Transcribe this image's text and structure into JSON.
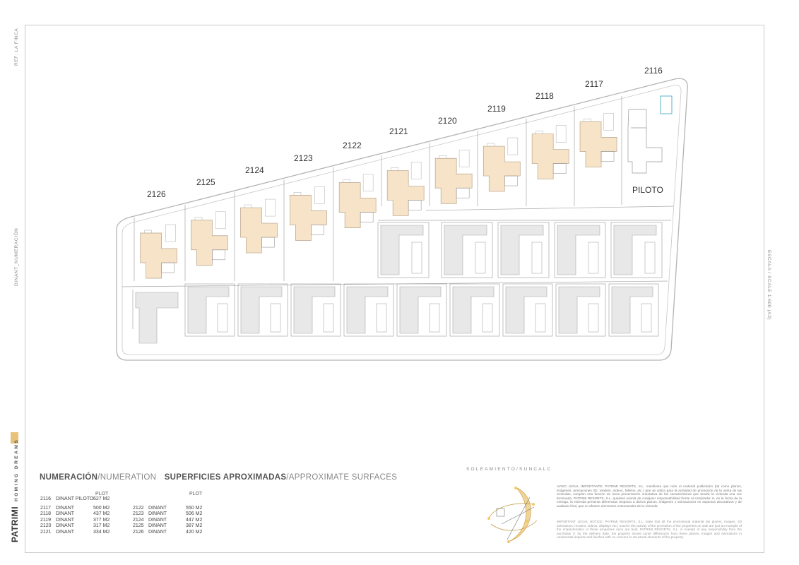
{
  "side_labels": {
    "ref": "REF: LA FINCA",
    "dinant": "DINANT_NUMERACIÓN",
    "scale": "ESCALA / SCALE 1:600 (A3)"
  },
  "brand": {
    "name": "PATRIMI",
    "tagline": "HOMING DREAMS"
  },
  "colors": {
    "highlighted_house": "#f7e4c8",
    "other_house": "#e8e8e8",
    "outline": "#9a9a9a",
    "pool": "#4aa8c4"
  },
  "plan": {
    "lot_numbers": [
      "2126",
      "2125",
      "2124",
      "2123",
      "2122",
      "2121",
      "2120",
      "2119",
      "2118",
      "2117",
      "2116"
    ],
    "piloto_label": "PILOTO"
  },
  "legend": {
    "title_es_1": "NUMERACIÓN",
    "title_en_1": "NUMERATION",
    "title_es_2": "SUPERFICIES APROXIMADAS",
    "title_en_2": "APPROXIMATE SURFACES",
    "plot_header": "PLOT",
    "piloto_row": {
      "num": "2116",
      "type": "DINANT PILOTO",
      "area": "627 M2"
    },
    "left_rows": [
      {
        "num": "2117",
        "type": "DINANT",
        "area": "500 M2"
      },
      {
        "num": "2118",
        "type": "DINANT",
        "area": "437 M2"
      },
      {
        "num": "2119",
        "type": "DINANT",
        "area": "377 M2"
      },
      {
        "num": "2120",
        "type": "DINANT",
        "area": "317 M2"
      },
      {
        "num": "2121",
        "type": "DINANT",
        "area": "334 M2"
      }
    ],
    "right_rows": [
      {
        "num": "2122",
        "type": "DINANT",
        "area": "550 M2"
      },
      {
        "num": "2123",
        "type": "DINANT",
        "area": "506 M2"
      },
      {
        "num": "2124",
        "type": "DINANT",
        "area": "447 M2"
      },
      {
        "num": "2125",
        "type": "DINANT",
        "area": "387 M2"
      },
      {
        "num": "2126",
        "type": "DINANT",
        "area": "420 M2"
      }
    ]
  },
  "sun": {
    "title": "SOLEAMIENTO/SUNCALC"
  },
  "notice": {
    "es": "AVISO LEGAL IMPORTANTE: PATRIMI RESORTS, S.L. manifiesta que todo el material publicitario (tal como planos, imágenes, animaciones 3D, renders, vídeos, folletos, etc.) que se utiliza para la actividad de promoción de la venta de las viviendas, cumplen una función de mera presentación orientativa de las características que tendrá la vivienda una vez terminada. PATRIMI RESORTS, S.L. quedará exenta de cualquier responsabilidad frente al comprador si, en la fecha de la entrega, la vivienda presenta diferencias respecto a dichos planos, imágenes y animaciones en aspectos decorativos y de acabado final, que no afecten elementos estructurales de la vivienda.",
    "en": "IMPORTANT LEGAL NOTICE: PATRIMI RESORTS, S.L. state that all the promotional material (as planes, images, 3D animations, renders, videos, displays etc.) used in the activity of the promotion of the properties on sale are just an example of the characteristics of these properties once are built. PATRIMI RESORTS, S.L. is exempt of any responsibility from the purchaser if, by the delivery date, the property shows some differences from these planes, images and animations in ornamental aspects and finishes with no concern to structural elements of the property."
  }
}
